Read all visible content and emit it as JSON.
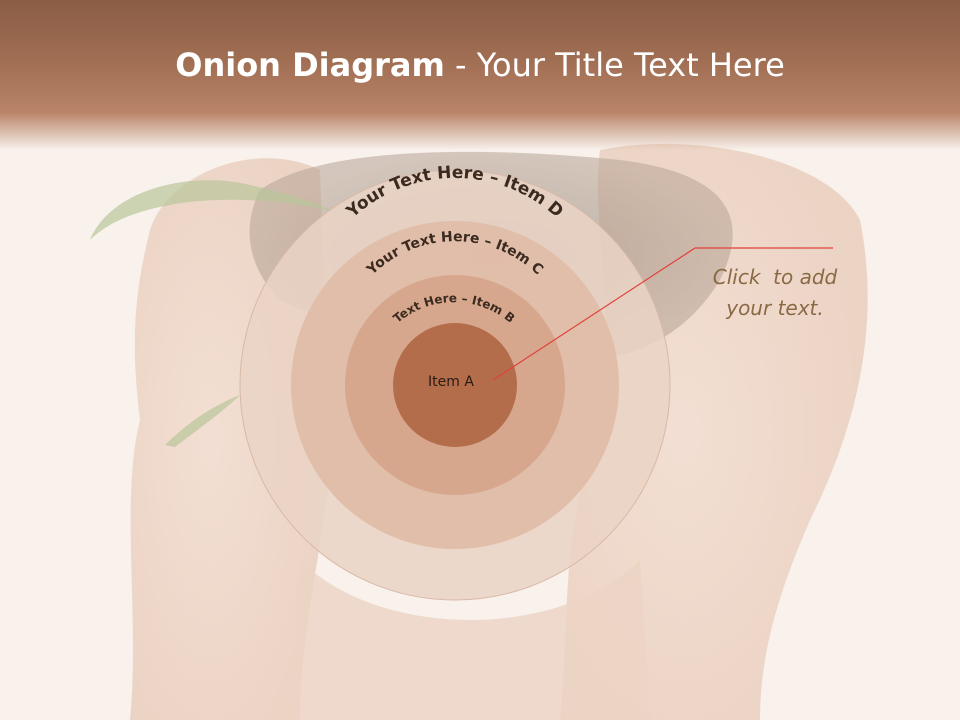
{
  "slide": {
    "title_bold": "Onion Diagram",
    "title_rest": " - Your Title Text Here"
  },
  "onion": {
    "ring_d_label": "Your Text Here – Item D",
    "ring_c_label": "Your Text Here – Item C",
    "ring_b_label": "Text Here – Item B",
    "core_label": "Item A"
  },
  "callout": {
    "line1": "Click  to add",
    "line2": "your text."
  },
  "colors": {
    "title_bar": "#a06e53",
    "ring_d": "#ead3c5",
    "ring_c": "#e0bba6",
    "ring_b": "#d5a58a",
    "core": "#b46d4b",
    "callout_line": "#e0403a",
    "callout_text": "#8a6a45"
  }
}
